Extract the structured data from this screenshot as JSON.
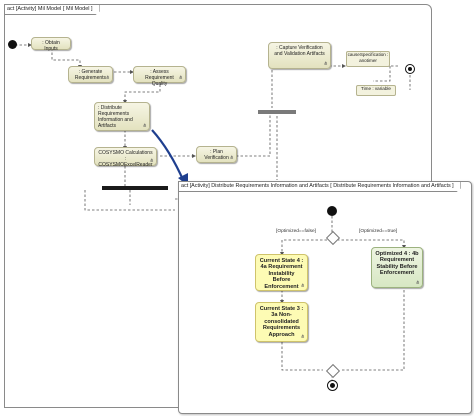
{
  "outer_frame": {
    "tab": "act [Activity] Mil Model [ Mil Model ]",
    "nodes": {
      "obtain_inputs": ": Obtain Inputs",
      "generate_requirements": ": Generate Requirements",
      "assess_requirement_quality": ": Assess Requirement Quality",
      "distribute_requirements": ": Distribute Requirements Information and Artifacts",
      "cosysmo_calculations": "COSYSMO Calculations : COSYSMOExcelReader",
      "plan_verification": ": Plan Verification",
      "capture_verification": ": Capture Verification and Validation Artifacts",
      "cause_specification": "causeSpecification : anotimer",
      "timer_variable": "Time : variable"
    }
  },
  "inner_frame": {
    "tab": "act [Activity] Distribute Requirements Information and Artifacts [ Distribute Requirements Information and Artifacts ]",
    "guards": {
      "left": "[Optimized==false]",
      "right": "[Optimized==true]"
    },
    "nodes": {
      "current_state_4": "Current State 4 : 4a Requirement Instability Before Enforcement",
      "current_state_3": "Current State 3 : 3a Non-consolidated Requirements Approach",
      "optimized_4": "Optimized 4 : 4b Requirement Stability Before Enforcement"
    }
  },
  "fork_icon": "fork-icon",
  "colors": {
    "action_fill": "#e9e8c9",
    "current_state_fill": "#fdfbb4",
    "optimized_fill": "#dde9cb",
    "link_arrow": "#1f3f8f"
  }
}
